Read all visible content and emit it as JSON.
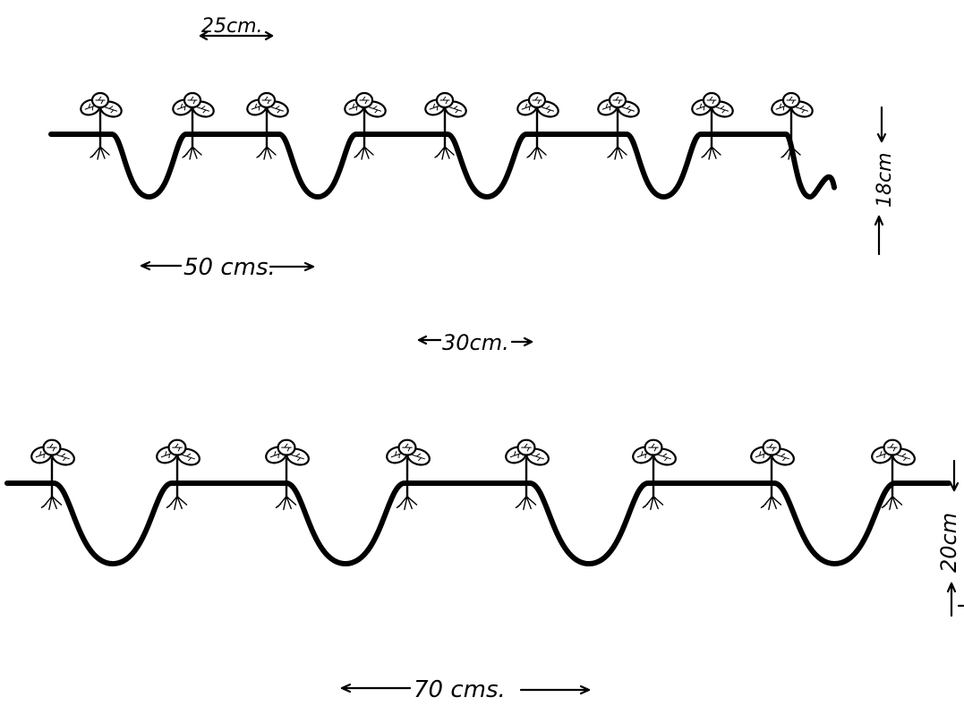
{
  "figure": {
    "top_system": {
      "plant_spacing_label": "25cm.",
      "ridge_spacing_label": "50 cms.",
      "ridge_height_label": "18cm"
    },
    "bottom_system": {
      "row_spacing_label": "30cm.",
      "ridge_height_label": "20cm",
      "ridge_spacing_label": "70 cms."
    }
  }
}
